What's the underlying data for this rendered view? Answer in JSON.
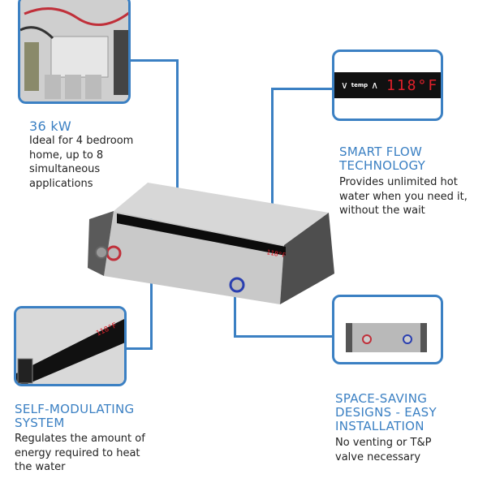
{
  "features": [
    {
      "title": "36 kW",
      "lines": [
        "Ideal for 4 bedroom",
        "home, up to 8",
        "simultaneous",
        "applications"
      ]
    },
    {
      "title_lines": [
        "SMART FLOW",
        "TECHNOLOGY"
      ],
      "lines": [
        "Provides unlimited hot",
        "water when you need it,",
        "without the wait"
      ]
    },
    {
      "title_lines": [
        "SELF-MODULATING",
        "SYSTEM"
      ],
      "lines": [
        "Regulates the amount of",
        "energy required to heat",
        "the water"
      ]
    },
    {
      "title_lines": [
        "SPACE-SAVING",
        "DESIGNS - EASY",
        "INSTALLATION"
      ],
      "lines": [
        "No venting or T&P",
        "valve necessary"
      ]
    }
  ],
  "display": {
    "temp_label": "temp",
    "temperature": "118°F"
  },
  "colors": {
    "accent": "#3b80c3",
    "led": "#e0202a"
  }
}
